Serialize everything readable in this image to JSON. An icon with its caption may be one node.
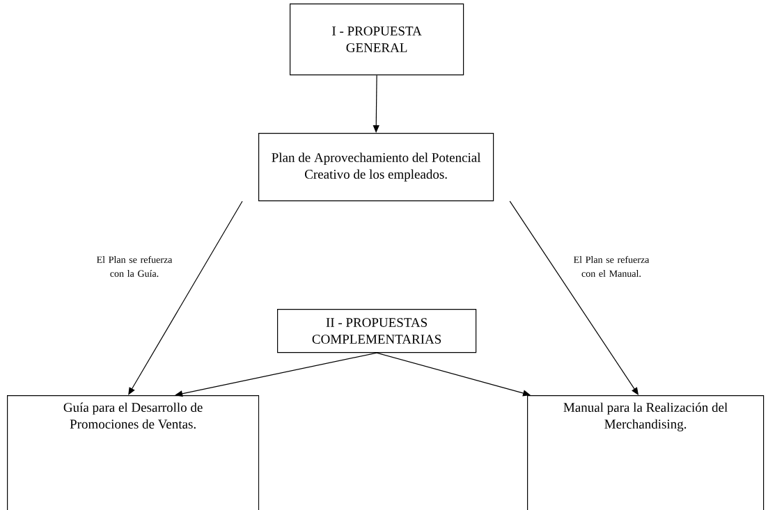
{
  "diagram": {
    "nodes": [
      {
        "text": [
          "I - PROPUESTA GENERAL"
        ]
      },
      {
        "text": [
          "Plan de Aprovechamiento del Potencial Creativo de los empleados."
        ]
      },
      {
        "text": [
          "II - PROPUESTAS COMPLEMENTARIAS"
        ]
      },
      {
        "text": [
          "Guía para el Desarrollo de Promociones de Ventas."
        ]
      },
      {
        "text": [
          "Manual para la Realización del Merchandising."
        ]
      }
    ],
    "edges": [
      {
        "from": 0,
        "to": 1,
        "arrow": "to"
      },
      {
        "from": 1,
        "to": 3,
        "arrow": "to",
        "label": "El Plan se refuerza con la Guía."
      },
      {
        "from": 1,
        "to": 4,
        "arrow": "to",
        "label": "El Plan se refuerza con el Manual."
      },
      {
        "from": 2,
        "to": 3,
        "arrow": "to"
      },
      {
        "from": 2,
        "to": 4,
        "arrow": "to"
      }
    ]
  }
}
